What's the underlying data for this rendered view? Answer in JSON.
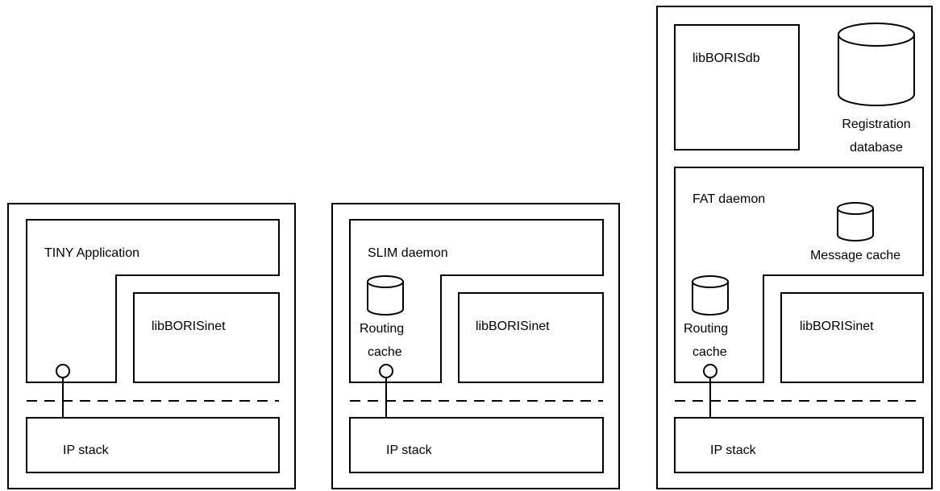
{
  "tiny": {
    "app_label": "TINY Application",
    "lib_label": "libBORISinet",
    "ip_label": "IP stack"
  },
  "slim": {
    "daemon_label": "SLIM daemon",
    "cache_label_1": "Routing",
    "cache_label_2": "cache",
    "lib_label": "libBORISinet",
    "ip_label": "IP stack"
  },
  "fat": {
    "db_lib_label": "libBORISdb",
    "db_label_1": "Registration",
    "db_label_2": "database",
    "daemon_label": "FAT daemon",
    "msg_cache_label": "Message cache",
    "cache_label_1": "Routing",
    "cache_label_2": "cache",
    "lib_label": "libBORISinet",
    "ip_label": "IP stack"
  }
}
